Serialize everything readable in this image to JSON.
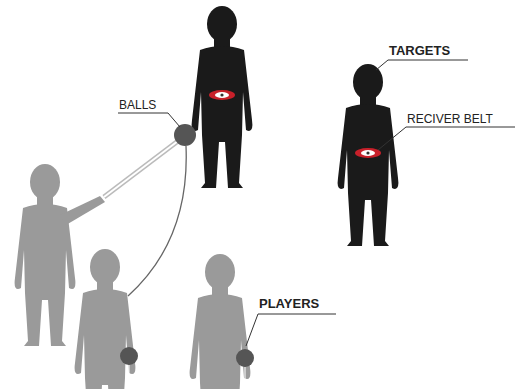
{
  "diagram": {
    "labels": [
      "BALLS",
      "TARGETS",
      "RECIVER BELT",
      "PLAYERS"
    ]
  }
}
